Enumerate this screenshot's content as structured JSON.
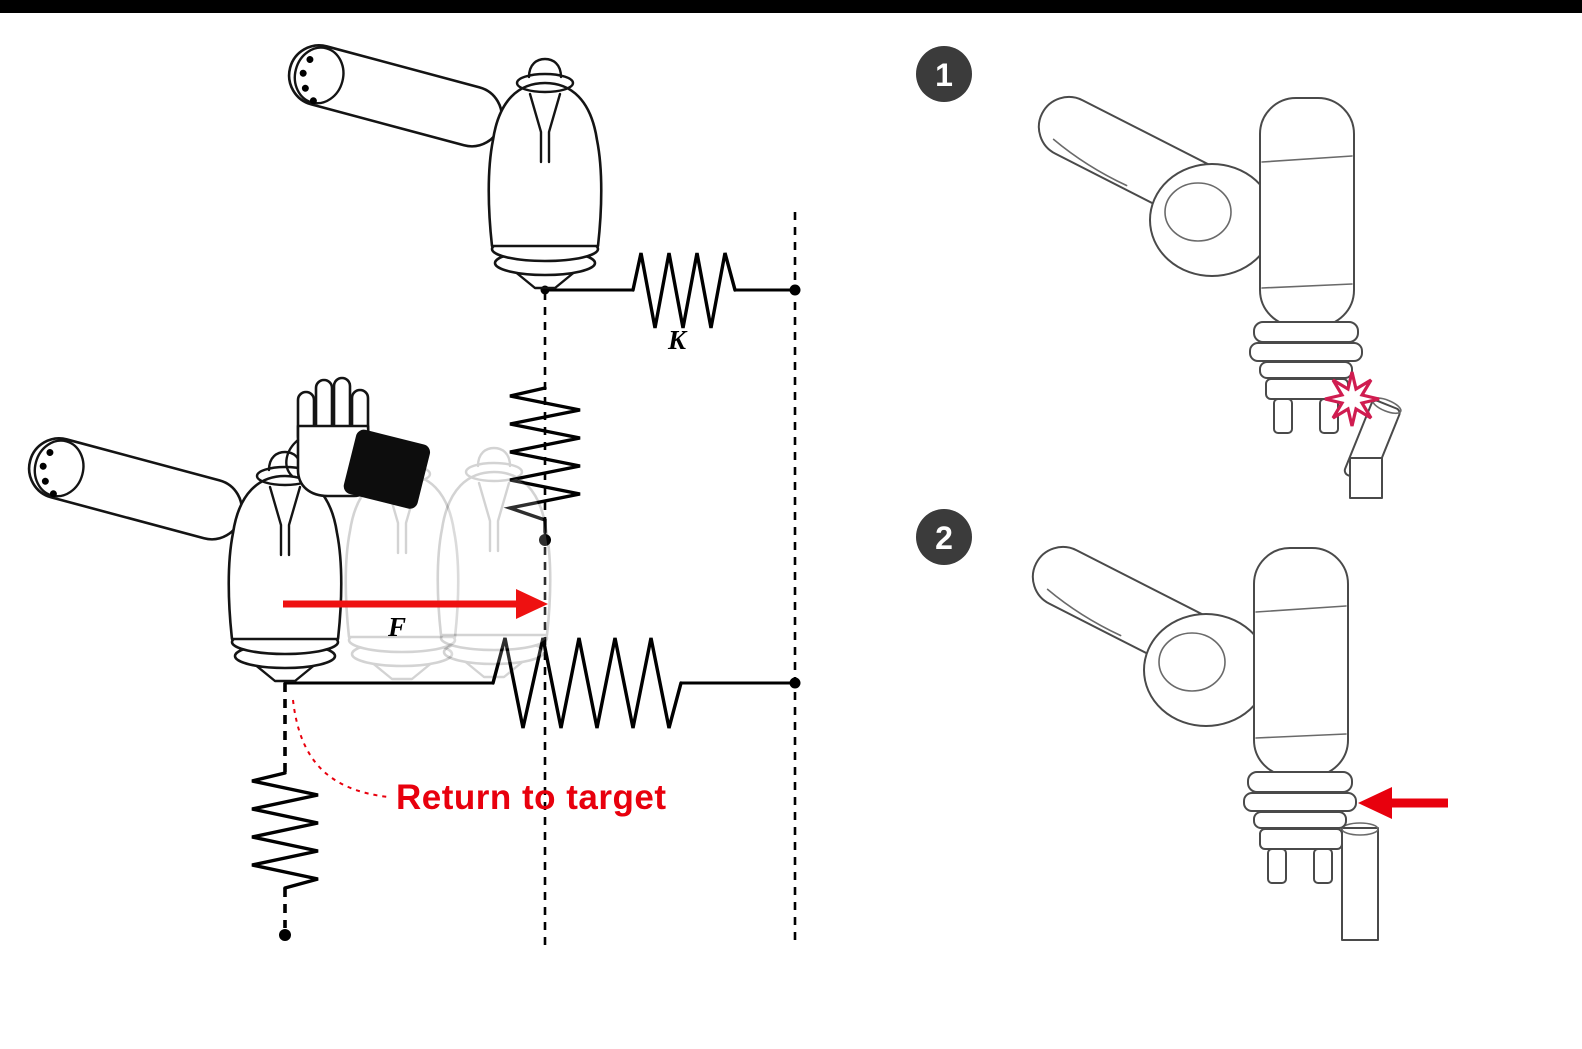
{
  "page": {
    "top_bar_color": "#000000",
    "background": "#ffffff"
  },
  "colors": {
    "red": "#e8000d",
    "arrow_red": "#ee1111",
    "collision_pink": "#d01c50",
    "badge_gray": "#3b3b3b",
    "ink": "#141414"
  },
  "left_diagram": {
    "stiffness_label": "K",
    "force_label": "F",
    "annotation": "Return to target"
  },
  "panels": [
    {
      "number": "1"
    },
    {
      "number": "2"
    }
  ]
}
